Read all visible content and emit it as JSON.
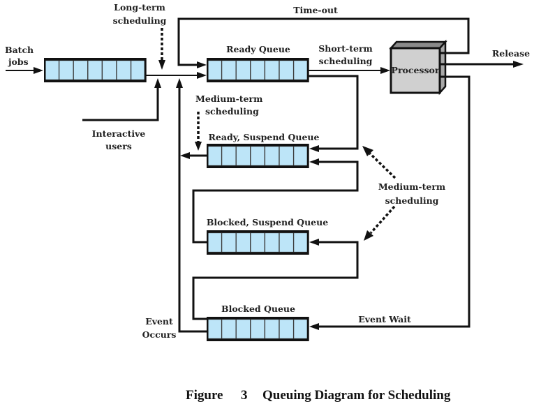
{
  "figure": {
    "caption_prefix": "Figure",
    "caption_number": "3",
    "caption_title": "Queuing Diagram for Scheduling"
  },
  "colors": {
    "queue_cell": "#bde5f8",
    "processor_front": "#d0d0d0",
    "processor_side": "#a8a8a8",
    "line": "#111111"
  },
  "queues": [
    {
      "id": "batch",
      "label": "",
      "cells": 7
    },
    {
      "id": "ready",
      "label": "Ready Queue",
      "cells": 7
    },
    {
      "id": "ready-suspend",
      "label": "Ready, Suspend Queue",
      "cells": 7
    },
    {
      "id": "blocked-suspend",
      "label": "Blocked, Suspend Queue",
      "cells": 7
    },
    {
      "id": "blocked",
      "label": "Blocked Queue",
      "cells": 7
    }
  ],
  "processor": {
    "label": "Processor"
  },
  "labels": {
    "batch_jobs": [
      "Batch",
      "jobs"
    ],
    "long_term": [
      "Long-term",
      "scheduling"
    ],
    "interactive_users": [
      "Interactive",
      "users"
    ],
    "time_out": "Time-out",
    "short_term": [
      "Short-term",
      "scheduling"
    ],
    "release": "Release",
    "medium_term_left": [
      "Medium-term",
      "scheduling"
    ],
    "medium_term_right": [
      "Medium-term",
      "scheduling"
    ],
    "event_wait": "Event Wait",
    "event_occurs": [
      "Event",
      "Occurs"
    ]
  }
}
